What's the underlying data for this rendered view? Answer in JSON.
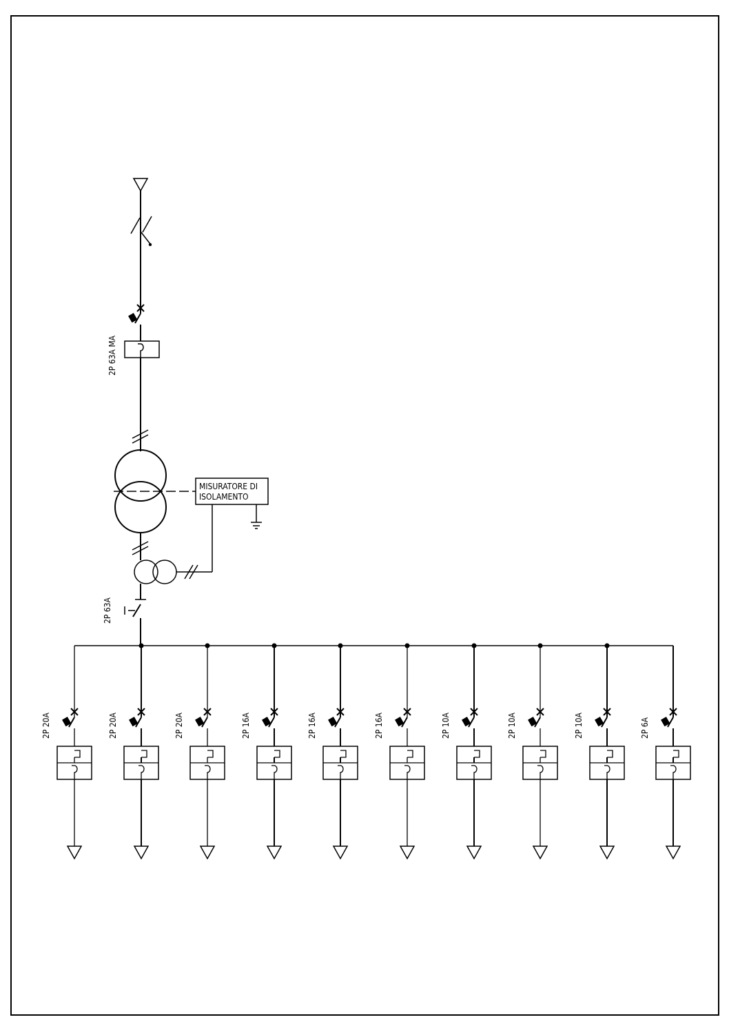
{
  "diagram": {
    "main_breaker_label": "2P 63A MA",
    "monitor_label_line1": "MISURATORE DI",
    "monitor_label_line2": "ISOLAMENTO",
    "main_switch_label": "2P 63A",
    "circuits": [
      {
        "label": "2P 20A"
      },
      {
        "label": "2P 20A"
      },
      {
        "label": "2P 20A"
      },
      {
        "label": "2P 16A"
      },
      {
        "label": "2P 16A"
      },
      {
        "label": "2P 16A"
      },
      {
        "label": "2P 10A"
      },
      {
        "label": "2P 10A"
      },
      {
        "label": "2P 10A"
      },
      {
        "label": "2P 6A"
      }
    ]
  },
  "colors": {
    "line": "#000000",
    "background": "#ffffff"
  }
}
